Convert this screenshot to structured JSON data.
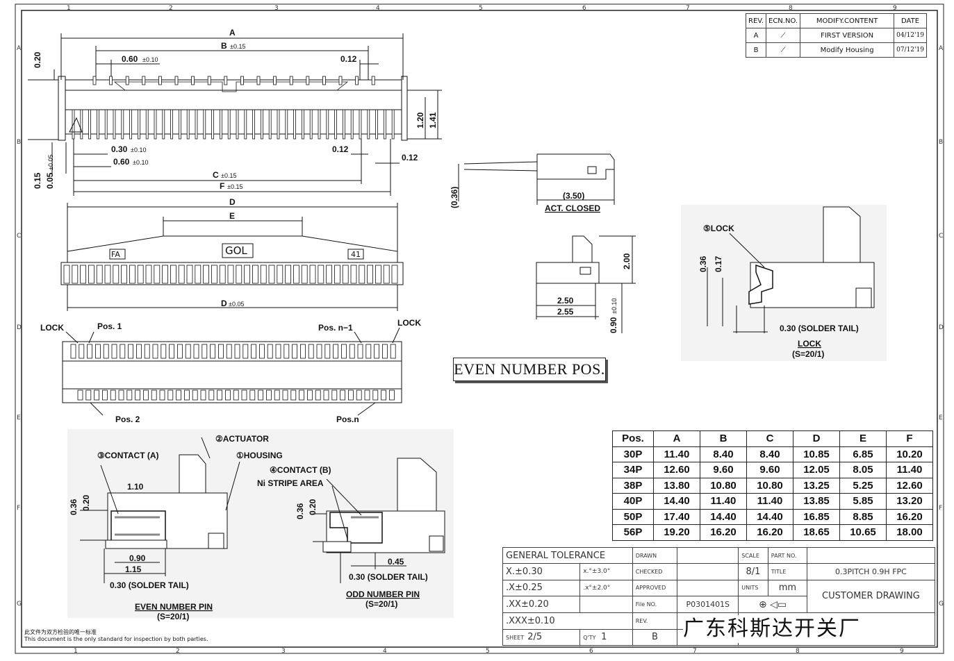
{
  "grid": {
    "top_numbers": [
      "1",
      "2",
      "3",
      "4",
      "5",
      "6",
      "7",
      "8",
      "9"
    ],
    "bottom_numbers": [
      "1",
      "2",
      "3",
      "4",
      "5",
      "6",
      "7",
      "8",
      "9"
    ],
    "side_letters": [
      "A",
      "B",
      "C",
      "D",
      "E",
      "F",
      "G"
    ]
  },
  "revision": {
    "headers": [
      "REV.",
      "ECN.NO.",
      "MODIFY.CONTENT",
      "DATE"
    ],
    "rows": [
      {
        "rev": "A",
        "content": "FIRST VERSION",
        "date": "04/12'19"
      },
      {
        "rev": "B",
        "content": "Modify Housing",
        "date": "07/12'19"
      }
    ]
  },
  "top_view": {
    "dims": {
      "A": "A",
      "B": "B",
      "B_tol": "±0.15",
      "p060": "0.60",
      "p060_tol": "±0.10",
      "p012a": "0.12",
      "d020": "0.20",
      "d120": "1.20",
      "d141": "1.41",
      "p030": "0.30",
      "p030_tol": "±0.10",
      "p060b": "0.60",
      "p060b_tol": "±0.10",
      "p012b": "0.12",
      "p012c": "0.12",
      "d015": "0.15",
      "d005": "0.05",
      "d005_tol": "±0.05",
      "C": "C",
      "C_tol": "±0.15",
      "F": "F",
      "F_tol": "±0.15"
    }
  },
  "front_view": {
    "dims": {
      "D": "D",
      "E": "E",
      "D2": "D",
      "D2_tol": "±0.05"
    },
    "marks": {
      "left": "FA",
      "center": "GOL",
      "right": "41"
    }
  },
  "bottom_view": {
    "labels": {
      "lock_left": "LOCK",
      "pos1": "Pos. 1",
      "posn1": "Pos. n−1",
      "lock_right": "LOCK",
      "pos2": "Pos. 2",
      "posn": "Pos.n"
    }
  },
  "side_views": {
    "closed": {
      "d036": "(0.36)",
      "d350": "(3.50)",
      "caption": "ACT. CLOSED"
    },
    "profile": {
      "d200": "2.00",
      "d250": "2.50",
      "d255": "2.55",
      "d090": "0.90",
      "d090_tol": "±0.10"
    }
  },
  "even_box": "EVEN NUMBER POS.",
  "lock_detail": {
    "label": "⑤LOCK",
    "d036": "0.36",
    "d017": "0.17",
    "tail": "0.30 (SOLDER TAIL)",
    "caption": "LOCK",
    "scale": "(S=20/1)"
  },
  "even_pin": {
    "actuator": "②ACTUATOR",
    "contact_a": "③CONTACT (A)",
    "housing": "①HOUSING",
    "d110": "1.10",
    "d036": "0.36",
    "d020": "0.20",
    "d090": "0.90",
    "d115": "1.15",
    "tail": "0.30 (SOLDER TAIL)",
    "caption": "EVEN NUMBER PIN",
    "scale": "(S=20/1)"
  },
  "odd_pin": {
    "contact_b": "④CONTACT (B)",
    "ni_stripe": "Ni STRIPE AREA",
    "d036": "0.36",
    "d020": "0.20",
    "d045": "0.45",
    "tail": "0.30 (SOLDER TAIL)",
    "caption": "ODD NUMBER PIN",
    "scale": "(S=20/1)"
  },
  "pos_table": {
    "headers": [
      "Pos.",
      "A",
      "B",
      "C",
      "D",
      "E",
      "F"
    ],
    "rows": [
      [
        "30P",
        "11.40",
        "8.40",
        "8.40",
        "10.85",
        "6.85",
        "10.20"
      ],
      [
        "34P",
        "12.60",
        "9.60",
        "9.60",
        "12.05",
        "8.05",
        "11.40"
      ],
      [
        "38P",
        "13.80",
        "10.80",
        "10.80",
        "13.25",
        "5.25",
        "12.60"
      ],
      [
        "40P",
        "14.40",
        "11.40",
        "11.40",
        "13.85",
        "5.85",
        "13.20"
      ],
      [
        "50P",
        "17.40",
        "14.40",
        "14.40",
        "16.85",
        "8.85",
        "16.20"
      ],
      [
        "56P",
        "19.20",
        "16.20",
        "16.20",
        "18.65",
        "10.65",
        "18.00"
      ]
    ]
  },
  "title_block": {
    "general_tolerance": "GENERAL TOLERANCE",
    "tol_x": "X.±0.30",
    "tol_ang1": "x.°±3.0°",
    "tol_xx": ".X±0.25",
    "tol_ang2": ".x°±2.0°",
    "tol_xxx": ".XX±0.20",
    "tol_xxxx": ".XXX±0.10",
    "drawn": "DRAWN",
    "checked": "CHECKED",
    "approved": "APPROVED",
    "file_no_label": "File NO.",
    "file_no": "P0301401S",
    "rev_label": "REV.",
    "rev": "B",
    "scale_label": "SCALE",
    "scale": "8/1",
    "part_no_label": "PART NO.",
    "title_label": "TITLE",
    "title": "0.3PITCH 0.9H FPC",
    "units_label": "UNITS",
    "units": "mm",
    "drawing_type": "CUSTOMER DRAWING",
    "sheet_label": "SHEET",
    "sheet": "2/5",
    "qty_label": "Q'TY",
    "qty": "1"
  },
  "company": "广东科斯达开关厂",
  "footnote": {
    "cn": "此文件为双方检验的唯一标准",
    "en": "This document is the only standard for inspection by both parties."
  }
}
